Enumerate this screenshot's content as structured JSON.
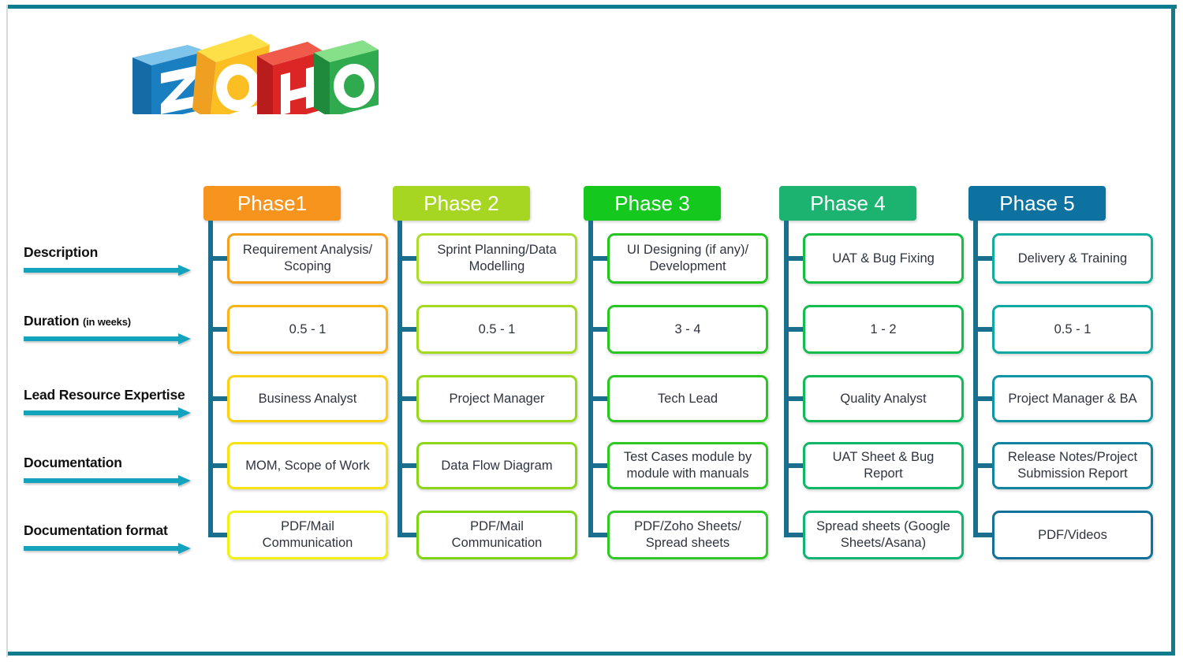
{
  "page": {
    "frame_color": "#0e7c8c",
    "background": "#ffffff"
  },
  "logo": {
    "name": "zoho-logo",
    "letters": [
      "Z",
      "O",
      "H",
      "O"
    ],
    "colors": [
      "#2196d6",
      "#ffd21e",
      "#e02b28",
      "#2faa4e"
    ]
  },
  "row_labels": [
    {
      "text": "Description",
      "sub": "",
      "arrow_color": "#14a3bd"
    },
    {
      "text": "Duration ",
      "sub": "(in weeks)",
      "arrow_color": "#14a3bd"
    },
    {
      "text": "Lead Resource Expertise",
      "sub": "",
      "arrow_color": "#14a3bd"
    },
    {
      "text": "Documentation",
      "sub": "",
      "arrow_color": "#14a3bd"
    },
    {
      "text": "Documentation format",
      "sub": "",
      "arrow_color": "#14a3bd"
    }
  ],
  "connector_color": "#1a6f8f",
  "node_text_color": "#2e3440",
  "phases": [
    {
      "header": "Phase1",
      "header_color": "#f7941e",
      "border_colors": [
        "#f5a01b",
        "#f9b417",
        "#fbd015",
        "#f7e215",
        "#eff214"
      ],
      "nodes": [
        "Requirement Analysis/\nScoping",
        "0.5 - 1",
        "Business Analyst",
        "MOM, Scope of Work",
        "PDF/Mail\nCommunication"
      ]
    },
    {
      "header": "Phase 2",
      "header_color": "#a6d622",
      "border_colors": [
        "#aedc2a",
        "#a3da20",
        "#97d81c",
        "#8bd618",
        "#7fd414"
      ],
      "nodes": [
        "Sprint Planning/Data\nModelling",
        "0.5 - 1",
        "Project Manager",
        "Data Flow Diagram",
        "PDF/Mail\nCommunication"
      ]
    },
    {
      "header": "Phase 3",
      "header_color": "#14c81e",
      "border_colors": [
        "#26c41f",
        "#2ac522",
        "#2cc624",
        "#2ec726",
        "#31c828"
      ],
      "nodes": [
        "UI Designing (if any)/\nDevelopment",
        "3 - 4",
        "Tech Lead",
        "Test Cases module by\nmodule with manuals",
        "PDF/Zoho Sheets/\nSpread sheets"
      ]
    },
    {
      "header": "Phase 4",
      "header_color": "#1cb371",
      "border_colors": [
        "#15bf45",
        "#13bd4f",
        "#12ba5b",
        "#10b767",
        "#0fb573"
      ],
      "nodes": [
        "UAT & Bug Fixing",
        "1 - 2",
        "Quality Analyst",
        "UAT Sheet & Bug\nReport",
        "Spread sheets (Google\nSheets/Asana)"
      ]
    },
    {
      "header": "Phase 5",
      "header_color": "#0d72a0",
      "border_colors": [
        "#0fae9e",
        "#0fa9a3",
        "#1096a4",
        "#12849f",
        "#11719a"
      ],
      "nodes": [
        "Delivery & Training",
        "0.5 - 1",
        "Project Manager & BA",
        "Release Notes/Project\nSubmission Report",
        "PDF/Videos"
      ]
    }
  ]
}
